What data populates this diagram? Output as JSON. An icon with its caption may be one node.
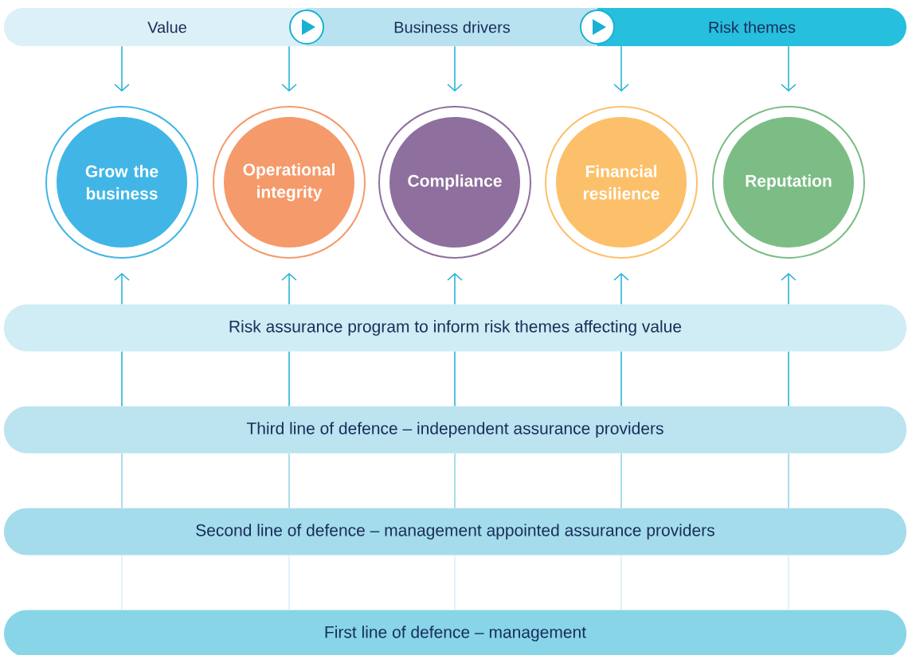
{
  "diagram": {
    "nodes": [
      {
        "text": [
          "Value"
        ]
      },
      {
        "text": [
          "Business drivers"
        ]
      },
      {
        "text": [
          "Risk themes"
        ]
      },
      {
        "text": [
          "Grow the business"
        ]
      },
      {
        "text": [
          "Operational integrity"
        ]
      },
      {
        "text": [
          "Compliance"
        ]
      },
      {
        "text": [
          "Financial resilience"
        ]
      },
      {
        "text": [
          "Reputation"
        ]
      },
      {
        "text": [
          "Risk assurance program to inform risk themes affecting value"
        ]
      },
      {
        "text": [
          "Third line of defence – independent assurance providers"
        ]
      },
      {
        "text": [
          "Second line of defence – management appointed assurance providers"
        ]
      },
      {
        "text": [
          "First line of defence – management"
        ]
      }
    ],
    "edges": [
      {
        "from": 0,
        "to": 3,
        "arrow": "to"
      },
      {
        "from": 0,
        "to": 4,
        "arrow": "to"
      },
      {
        "from": 1,
        "to": 5,
        "arrow": "to"
      },
      {
        "from": 2,
        "to": 6,
        "arrow": "to"
      },
      {
        "from": 2,
        "to": 7,
        "arrow": "to"
      },
      {
        "from": 8,
        "to": 3,
        "arrow": "to"
      },
      {
        "from": 8,
        "to": 4,
        "arrow": "to"
      },
      {
        "from": 8,
        "to": 5,
        "arrow": "to"
      },
      {
        "from": 8,
        "to": 6,
        "arrow": "to"
      },
      {
        "from": 8,
        "to": 7,
        "arrow": "to"
      },
      {
        "from": 9,
        "to": 8,
        "arrow": "none"
      },
      {
        "from": 9,
        "to": 8,
        "arrow": "none"
      },
      {
        "from": 9,
        "to": 8,
        "arrow": "none"
      },
      {
        "from": 9,
        "to": 8,
        "arrow": "none"
      },
      {
        "from": 9,
        "to": 8,
        "arrow": "none"
      },
      {
        "from": 10,
        "to": 9,
        "arrow": "none",
        "color": "#8ad4e6"
      },
      {
        "from": 10,
        "to": 9,
        "arrow": "none",
        "color": "#8ad4e6"
      },
      {
        "from": 10,
        "to": 9,
        "arrow": "none",
        "color": "#8ad4e6"
      },
      {
        "from": 10,
        "to": 9,
        "arrow": "none",
        "color": "#8ad4e6"
      },
      {
        "from": 10,
        "to": 9,
        "arrow": "none",
        "color": "#8ad4e6"
      },
      {
        "from": 11,
        "to": 10,
        "arrow": "none",
        "color": "#d6eff6"
      },
      {
        "from": 11,
        "to": 10,
        "arrow": "none",
        "color": "#d6eff6"
      },
      {
        "from": 11,
        "to": 10,
        "arrow": "none",
        "color": "#d6eff6"
      },
      {
        "from": 11,
        "to": 10,
        "arrow": "none",
        "color": "#d6eff6"
      },
      {
        "from": 11,
        "to": 10,
        "arrow": "none",
        "color": "#d6eff6"
      }
    ]
  }
}
